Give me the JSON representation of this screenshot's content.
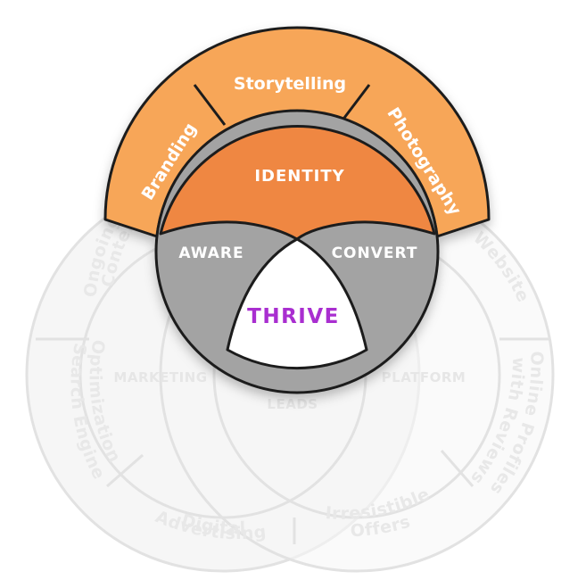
{
  "diagram": {
    "ring_labels": [
      "Branding",
      "Storytelling",
      "Photography"
    ],
    "center_top": "IDENTITY",
    "left_lens": "AWARE",
    "right_lens": "CONVERT",
    "center": "THRIVE",
    "faded": {
      "left": "MARKETING",
      "right": "PLATFORM",
      "bottom": "LEADS",
      "outer_left": [
        "Ongoing",
        "Content",
        "Search Engine",
        "Optimization",
        "Digital",
        "Advertising"
      ],
      "outer_right": [
        "Website",
        "Online Profiles",
        "with Reviews",
        "Irresistible",
        "Offers"
      ]
    },
    "colors": {
      "ring": "#f7a658",
      "identity": "#ef8743",
      "gray": "#a3a3a3",
      "center_text": "#a92fd0",
      "faded": "#eeeeee"
    }
  }
}
